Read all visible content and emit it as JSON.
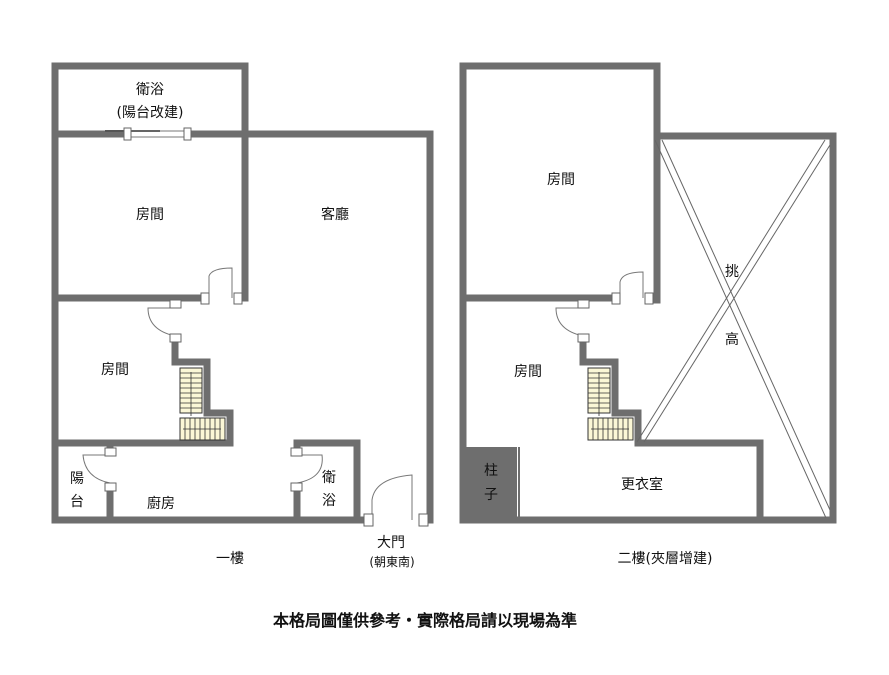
{
  "floor1": {
    "title": "一樓",
    "rooms": {
      "bath_top_1": "衛浴",
      "bath_top_2": "(陽台改建)",
      "room_upper": "房間",
      "living": "客廳",
      "room_lower": "房間",
      "balcony_1": "陽",
      "balcony_2": "台",
      "kitchen": "廚房",
      "bath_1": "衛",
      "bath_2": "浴",
      "door_1": "大門",
      "door_2": "(朝東南)"
    }
  },
  "floor2": {
    "title": "二樓(夾層增建)",
    "rooms": {
      "room_upper": "房間",
      "room_lower": "房間",
      "void_1": "挑",
      "void_2": "高",
      "pillar_1": "柱",
      "pillar_2": "子",
      "closet": "更衣室"
    }
  },
  "caption": "本格局圖僅供參考・實際格局請以現場為準",
  "colors": {
    "wall": "#6e6e6e",
    "stair": "#fbf7d6"
  }
}
